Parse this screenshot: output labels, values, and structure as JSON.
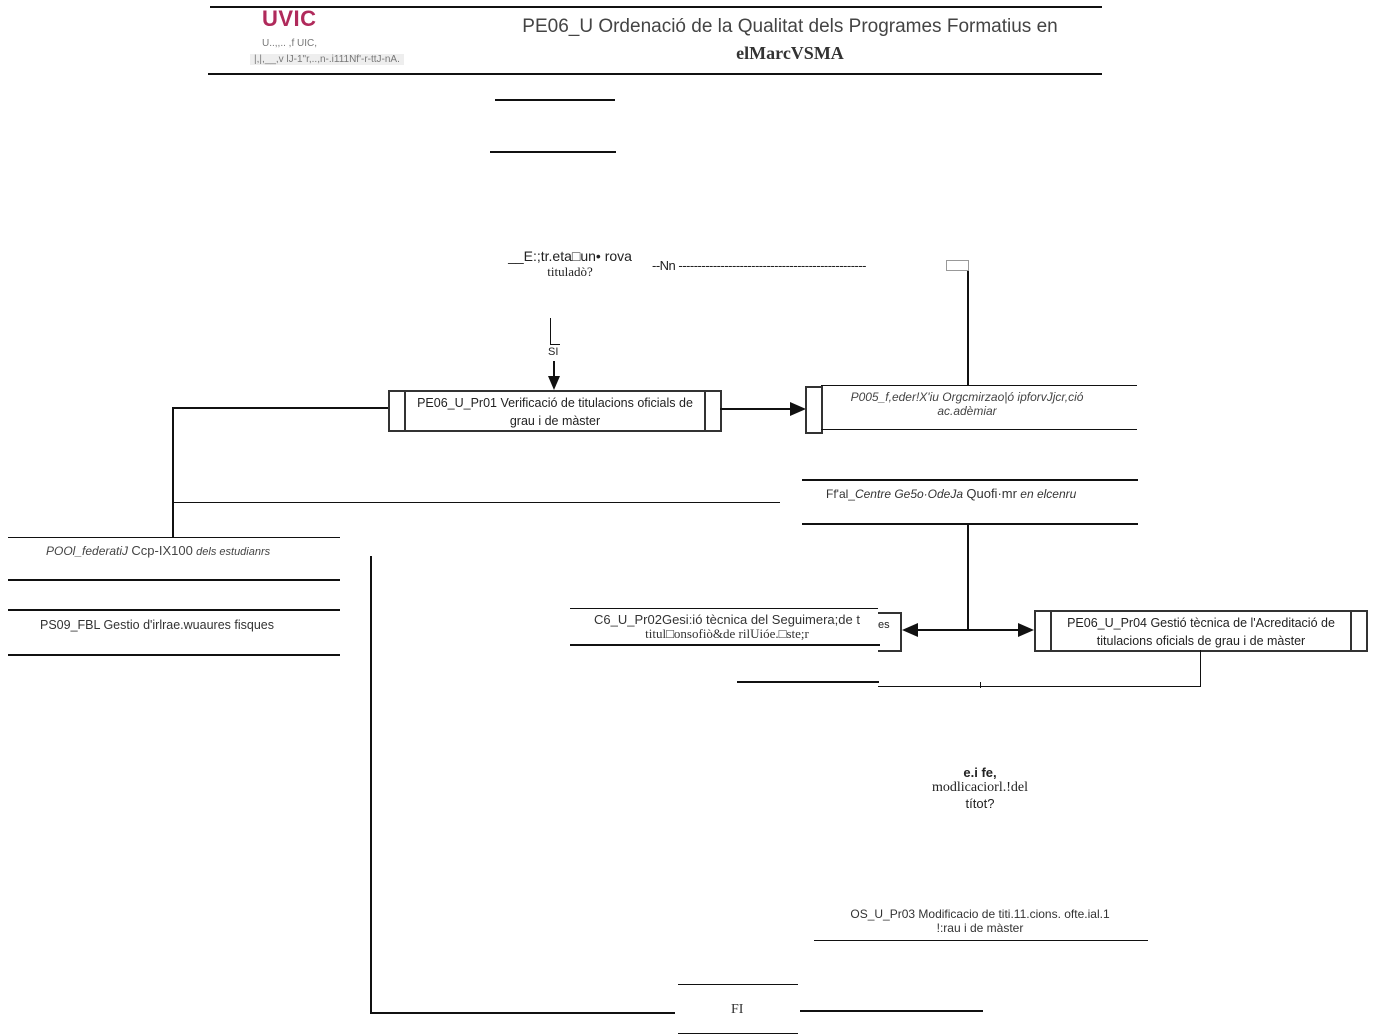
{
  "header": {
    "logo_text": "UVIC",
    "logo_sub1": "U..,,..   ,f    UIC,",
    "logo_sub2": "|,|,__,v  lJ-1\"r,..,n-.i111Nf'-r-ttJ-nA.",
    "title": "PE06_U Ordenació de la Qualitat dels Programes Formatius en",
    "subtitle": "elMarcVSMA"
  },
  "decision_new_degree": {
    "line1": "__E:;tr.eta□un• rova",
    "line2": "tituladò?",
    "no_label": "--Nn -------------------------------------------------",
    "yes_label": "SI"
  },
  "processes": {
    "verification": {
      "line1": "PE06_U_Pr01 Verificació de titulacions oficials de",
      "line2": "grau i de màster"
    },
    "academic_offer": {
      "line1": "P005_f,eder!X'iu Orgcmirzao|ó ipforvJjcr,ció",
      "line2": "ac.adèmiar"
    },
    "center_quality": {
      "prefix": "Ff'al_",
      "italic_part": "Centre Ge5o·OdeJa",
      "middle": "Quofi·mr",
      "suffix": "en elcenru"
    },
    "student_support": {
      "italic": "POOl_federatiJ",
      "middle": "Ccp-IX100",
      "suffix": "dels estudianrs"
    },
    "physical_resources": {
      "label": "PS09_FBL  Gestio  d'irlrae.wuaures fisques"
    },
    "monitoring": {
      "line1": "C6_U_Pr02Gesi:ió tècnica del Seguimera;de t",
      "line2": "titul□onsofiò&de   rilUióe.□ste;r"
    },
    "accreditation": {
      "line1": "PE06_U_Pr04 Gestió tècnica de l'Acreditació de",
      "line2": "titulacions oficials de grau i de màster"
    },
    "modification": {
      "line1": "OS_U_Pr03 Modificacio de  titi.11.cions. ofte.ial.1",
      "line2": "!:rau i de màster"
    }
  },
  "decision_modification": {
    "line1": "e.i fe,",
    "line2": "modlicaciorl.!del",
    "line3": "títot?"
  },
  "end": {
    "label": "FI"
  }
}
